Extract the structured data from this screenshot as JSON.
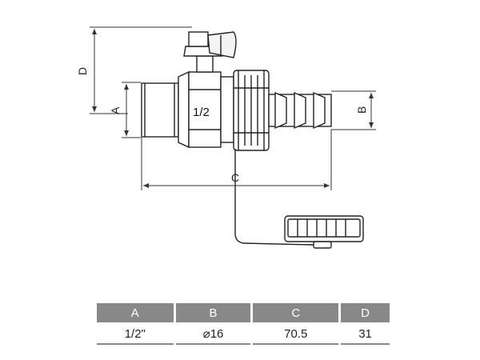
{
  "drawing": {
    "dim_labels": {
      "a": "A",
      "b": "B",
      "c": "C",
      "d": "D"
    },
    "size_marking": "1/2"
  },
  "table": {
    "headers": [
      "A",
      "B",
      "C",
      "D"
    ],
    "values": [
      "1/2\"",
      "⌀16",
      "70.5",
      "31"
    ]
  }
}
